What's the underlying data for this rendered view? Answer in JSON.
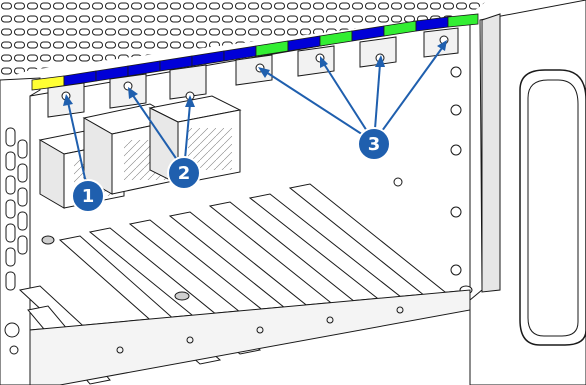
{
  "colors": {
    "line": "#1a1a1a",
    "metal": "#ffffff",
    "shade": "#cfcfcf",
    "callout": "#1f5fae",
    "slot_yellow": "#ffff33",
    "slot_blue": "#0000d8",
    "slot_green": "#33ee33"
  },
  "callouts": [
    {
      "id": 1,
      "label": "1"
    },
    {
      "id": 2,
      "label": "2"
    },
    {
      "id": 3,
      "label": "3"
    }
  ]
}
